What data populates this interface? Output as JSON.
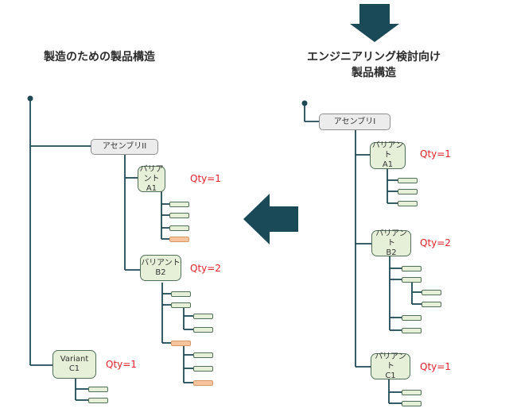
{
  "left_title": "製造のための製品構造",
  "right_title_line1": "エンジニアリング検討向け",
  "right_title_line2": "製品構造",
  "left_tree": {
    "assembly": "アセンブリII",
    "variant_a1": [
      "バリアント",
      "A1"
    ],
    "variant_b2": [
      "バリアント",
      "B2"
    ],
    "variant_c1": [
      "Variant",
      "C1"
    ],
    "qty_a1": "Qty=1",
    "qty_b2": "Qty=2",
    "qty_c1": "Qty=1"
  },
  "right_tree": {
    "assembly": "アセンブリI",
    "variant_a1": [
      "バリアント",
      "A1"
    ],
    "variant_b2": [
      "バリアント",
      "B2"
    ],
    "variant_c1": [
      "バリアント",
      "C1"
    ],
    "qty_a1": "Qty=1",
    "qty_b2": "Qty=2",
    "qty_c1": "Qty=1"
  },
  "colors": {
    "line": "#1f4a55",
    "arrow": "#1a4a57",
    "qty_text": "#e3222b",
    "variant_fill": "#e6f0d8",
    "variant_border": "#51705a",
    "highlight_fill": "#f6c49c",
    "assembly_fill": "#ececec"
  }
}
